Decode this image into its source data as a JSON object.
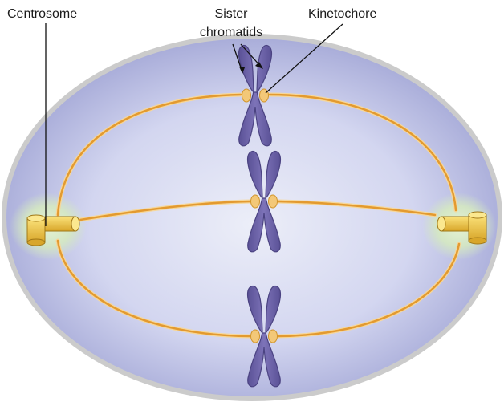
{
  "figure": {
    "labels": {
      "centrosome": "Centrosome",
      "sister_line1": "Sister",
      "sister_line2": "chromatids",
      "kinetochore": "Kinetochore"
    },
    "colors": {
      "background": "#ffffff",
      "cell_membrane": "#c9c9c9",
      "cytoplasm_edge": "#a9acd8",
      "cytoplasm_center": "#e9ebf7",
      "spindle_fiber": "#e8a23c",
      "chromosome": "#6e64a8",
      "chromosome_outline": "#4b4382",
      "kinetochore": "#f3c878",
      "centrosome": "#e7c23a",
      "pole_glow": "#dbeec5"
    },
    "icons": {
      "centrosome_shape": "centrosome-icon",
      "chromosome_shape": "chromosome-icon"
    }
  }
}
